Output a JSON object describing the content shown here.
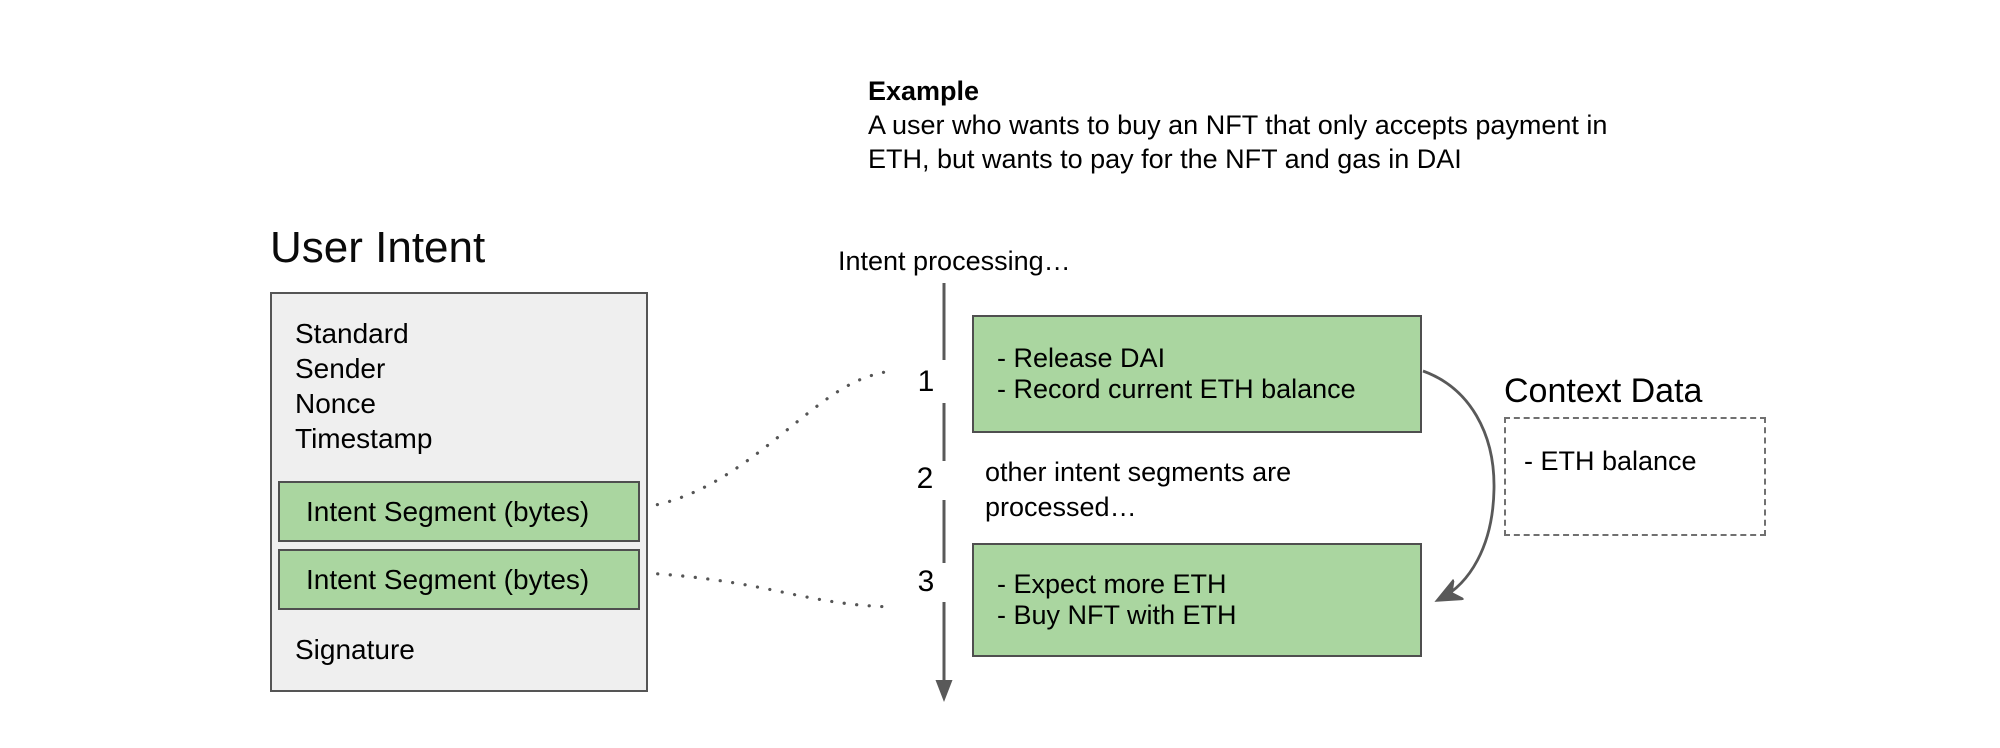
{
  "example": {
    "heading": "Example",
    "lines": [
      "A user who wants to buy an NFT that only accepts payment in",
      "ETH, but wants to pay for the NFT and gas in DAI"
    ]
  },
  "user_intent": {
    "title": "User Intent",
    "fields": [
      "Standard",
      "Sender",
      "Nonce",
      "Timestamp"
    ],
    "segments": [
      "Intent Segment (bytes)",
      "Intent Segment (bytes)"
    ],
    "signature": "Signature"
  },
  "timeline": {
    "label": "Intent processing…",
    "steps": [
      "1",
      "2",
      "3"
    ]
  },
  "steps": {
    "step1": {
      "lines": [
        "- Release DAI",
        "- Record current ETH balance"
      ]
    },
    "step2": {
      "lines": [
        "other intent segments are",
        "processed…"
      ]
    },
    "step3": {
      "lines": [
        "- Expect more ETH",
        "- Buy NFT with ETH"
      ]
    }
  },
  "context": {
    "title": "Context Data",
    "items": [
      "- ETH balance"
    ]
  },
  "colors": {
    "segment_green": "#aad6a0",
    "intent_box_gray": "#efefef",
    "shape_border": "#4f4f4f",
    "connector_gray": "#595959",
    "dotted_gray": "#555555"
  }
}
